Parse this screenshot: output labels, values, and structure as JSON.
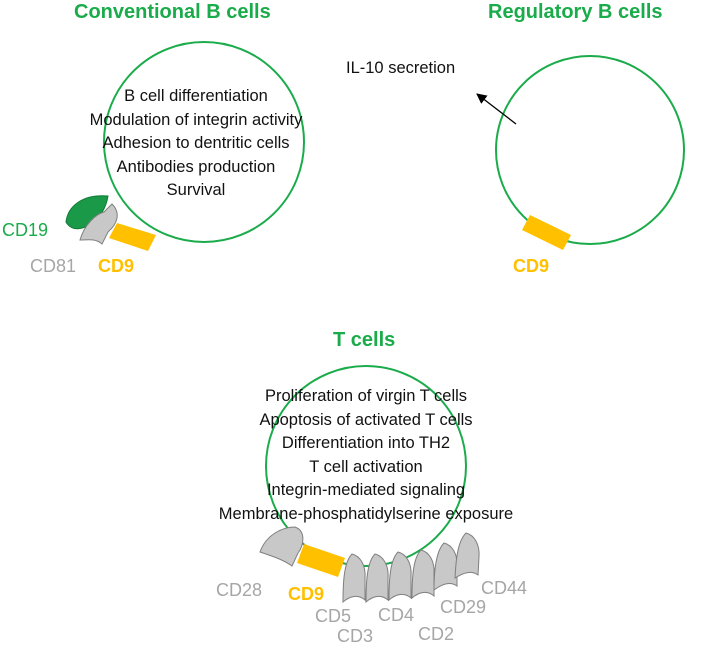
{
  "colors": {
    "green": "#1aab4a",
    "dark_green": "#1a9a48",
    "gray_fill": "#c8c8c8",
    "gray_text": "#a6a6a6",
    "orange": "#ffc000",
    "text": "#111111"
  },
  "conventional_b": {
    "title": "Conventional B cells",
    "functions": [
      "B cell differentiation",
      "Modulation of integrin activity",
      "Adhesion to dentritic cells",
      "Antibodies production",
      "Survival"
    ],
    "labels": {
      "cd19": "CD19",
      "cd81": "CD81",
      "cd9": "CD9"
    }
  },
  "regulatory_b": {
    "title": "Regulatory B cells",
    "secretion": "IL-10 secretion",
    "labels": {
      "cd9": "CD9"
    }
  },
  "t_cells": {
    "title": "T cells",
    "functions": [
      "Proliferation of virgin T cells",
      "Apoptosis of activated T cells",
      "Differentiation into TH2",
      "T cell activation",
      "Integrin-mediated signaling",
      "Membrane-phosphatidylserine exposure"
    ],
    "labels": {
      "cd28": "CD28",
      "cd9": "CD9",
      "cd5": "CD5",
      "cd3": "CD3",
      "cd4": "CD4",
      "cd2": "CD2",
      "cd29": "CD29",
      "cd44": "CD44"
    }
  }
}
